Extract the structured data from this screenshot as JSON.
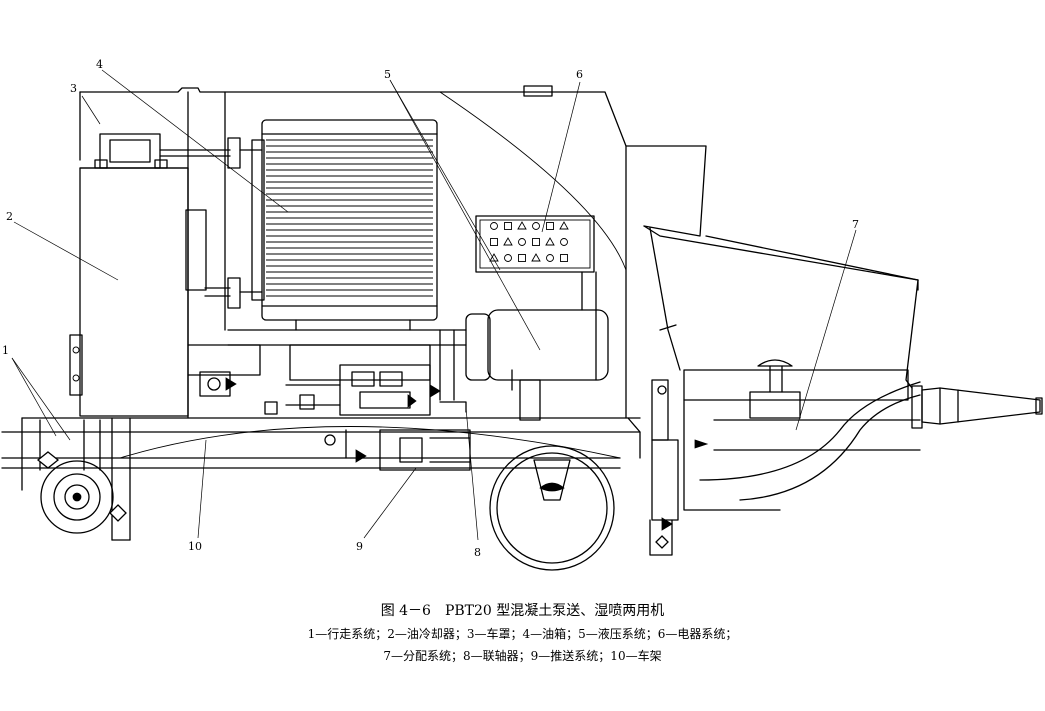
{
  "figure": {
    "title": "图 4－6　PBT20 型混凝土泵送、湿喷两用机",
    "legend_line1": "1—行走系统；2—油冷却器；3—车罩；4—油箱；5—液压系统；6—电器系统；",
    "legend_line2": "7—分配系统；8—联轴器；9—推送系统；10—车架"
  },
  "callouts": [
    "1",
    "2",
    "3",
    "4",
    "5",
    "6",
    "7",
    "8",
    "9",
    "10"
  ]
}
